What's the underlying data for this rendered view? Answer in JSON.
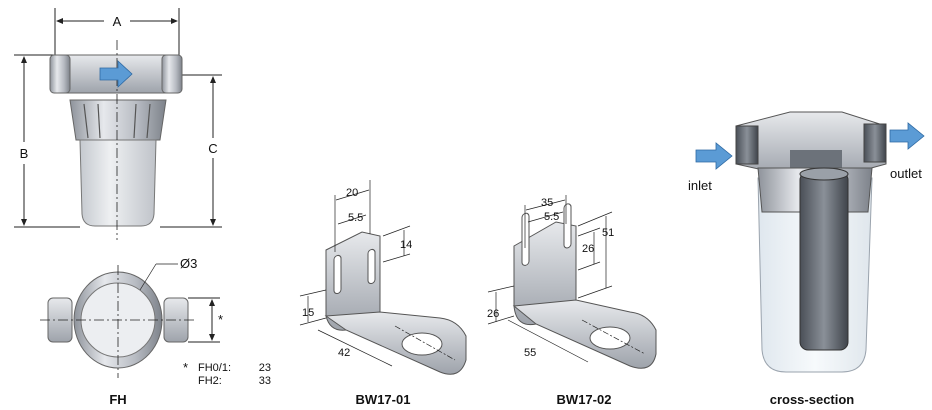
{
  "fh": {
    "dims": {
      "a": "A",
      "b": "B",
      "c": "C",
      "diameter": "Ø3",
      "star": "*"
    },
    "note": {
      "marker": "*",
      "row1_label": "FH0/1:",
      "row1_value": "23",
      "row2_label": "FH2:",
      "row2_value": "33"
    },
    "caption": "FH"
  },
  "bw17_01": {
    "dims": {
      "d20": "20",
      "d5_5": "5.5",
      "d14": "14",
      "d15": "15",
      "d42": "42"
    },
    "caption": "BW17-01"
  },
  "bw17_02": {
    "dims": {
      "d35": "35",
      "d5_5": "5.5",
      "d51": "51",
      "d26a": "26",
      "d26b": "26",
      "d55": "55"
    },
    "caption": "BW17-02"
  },
  "cross_section": {
    "inlet": "inlet",
    "outlet": "outlet",
    "caption": "cross-section"
  },
  "colors": {
    "arrow": "#5b9bd5",
    "metal": "#c9ccd2",
    "bowl": "#d4d7dc"
  }
}
